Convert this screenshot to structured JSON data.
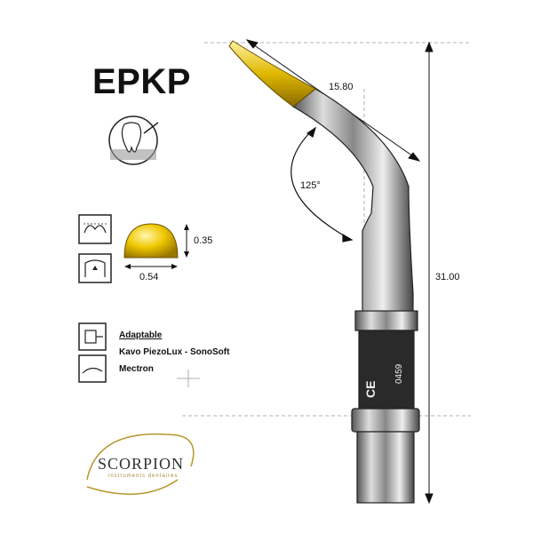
{
  "product": {
    "code": "EPKP"
  },
  "dimensions": {
    "tip_length": "15.80",
    "angle": "125°",
    "total_length": "31.00",
    "ball_height": "0.35",
    "ball_width": "0.54"
  },
  "compatibility": {
    "heading": "Adaptable",
    "line1": "Kavo PiezoLux - SonoSoft",
    "line2": "Mectron"
  },
  "marking": {
    "ce": "CE",
    "number": "0459"
  },
  "brand": {
    "name": "Scorpion",
    "tagline": "instruments dentaires"
  },
  "colors": {
    "gold": "#e0b800",
    "steel": "#9a9a9a",
    "ink": "#111111",
    "brand_gold": "#b8962e"
  },
  "icons": [
    "tooth-cross-section-icon",
    "gum-pocket-icon",
    "tooth-cavity-icon",
    "threaded-insert-icon",
    "handpiece-probe-icon"
  ]
}
